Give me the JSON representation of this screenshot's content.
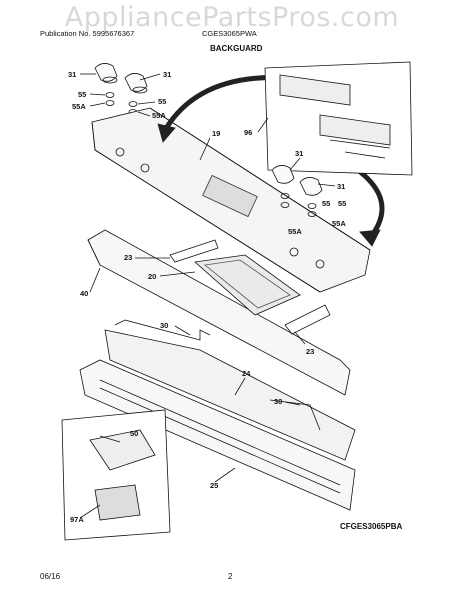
{
  "header": {
    "watermark": "AppliancePartsPros.com",
    "publication": "Publication No. 5995676367",
    "model": "CGES3065PWA",
    "section_title": "BACKGUARD"
  },
  "callouts": {
    "knob_left_a": "31",
    "knob_left_b": "31",
    "spring_left_a": "55",
    "clip_left_a": "55A",
    "spring_left_b": "55",
    "clip_left_b": "55A",
    "backguard": "19",
    "harness": "96",
    "knob_right_a": "31",
    "knob_right_b": "31",
    "spring_right_a": "55",
    "spring_right_b": "55",
    "clip_right_a": "55A",
    "clip_right_b": "55A",
    "bracket_top": "23",
    "control_board": "20",
    "end_cap": "40",
    "bracket_bottom": "23",
    "rear_panel_left": "30",
    "rear_panel_mid": "24",
    "rear_panel_right": "30",
    "base_panel": "25",
    "inset_bracket": "50",
    "inset_board": "97A"
  },
  "footer": {
    "figure_code": "CFGES3065PBA",
    "date": "06/16",
    "page": "2"
  },
  "colors": {
    "line": "#111111",
    "panel_fill": "#f4f4f4",
    "watermark": "#d8d8d8"
  }
}
